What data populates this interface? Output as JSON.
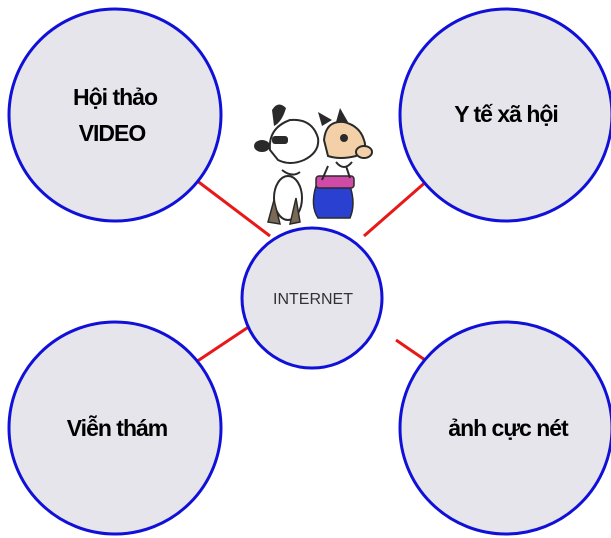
{
  "diagram": {
    "center": {
      "label": "INTERNET"
    },
    "nodes": [
      {
        "id": "top-left",
        "line1": "Hội thảo",
        "line2": "VIDEO"
      },
      {
        "id": "top-right",
        "line1": "Y tế xã hội"
      },
      {
        "id": "bottom-left",
        "line1": "Viễn thám"
      },
      {
        "id": "bottom-right",
        "line1": "ảnh cực nét"
      }
    ],
    "colors": {
      "circle_fill": "#e6e5ec",
      "circle_stroke": "#1010d8",
      "connector": "#e81818"
    }
  }
}
